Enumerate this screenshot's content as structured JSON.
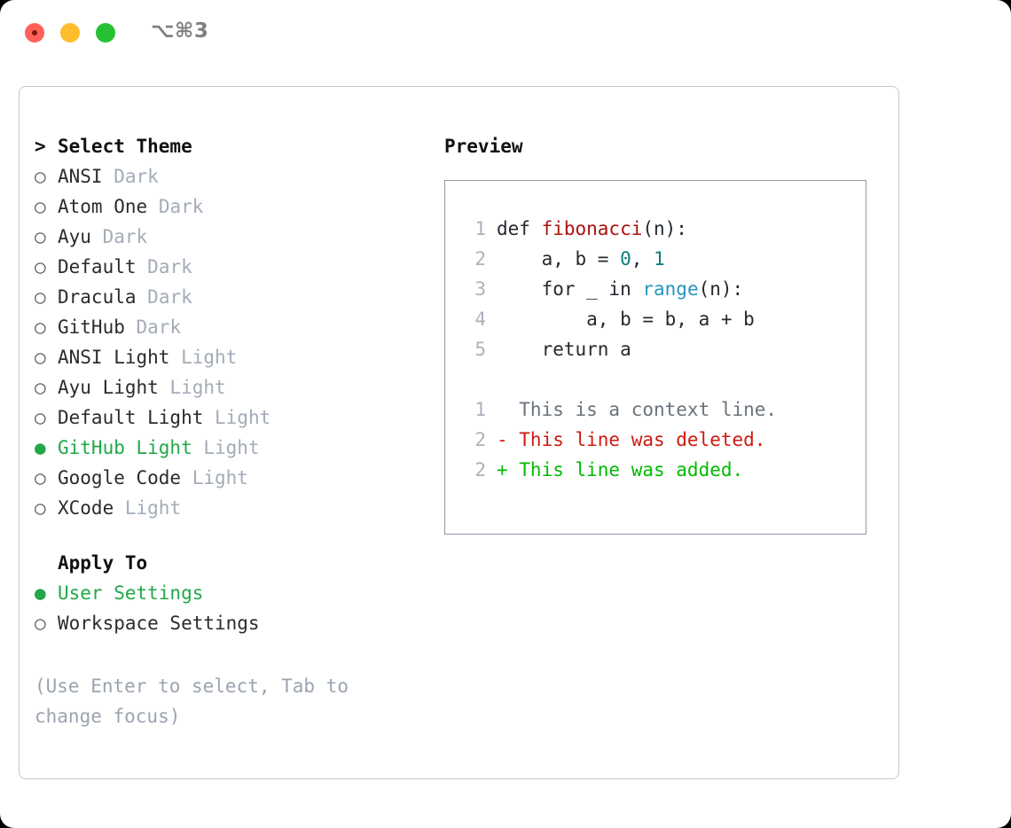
{
  "window": {
    "shortcut": "⌥⌘3",
    "traffic_lights": [
      "close-button",
      "minimize-button",
      "maximize-button"
    ],
    "colors": {
      "close": "#ff6159",
      "minimize": "#ffbd2e",
      "maximize": "#24c233",
      "selection_green": "#21a848",
      "panel_border": "#c3c9d2",
      "preview_border": "#8e99a8",
      "muted_text": "#a3acb8",
      "hint_text": "#9aa4b0"
    }
  },
  "theme_list": {
    "header_marker": ">",
    "header_label": "Select Theme",
    "unselected_marker": "○",
    "selected_marker": "●",
    "items": [
      {
        "name": "ANSI",
        "variant": "Dark",
        "selected": false
      },
      {
        "name": "Atom One",
        "variant": "Dark",
        "selected": false
      },
      {
        "name": "Ayu",
        "variant": "Dark",
        "selected": false
      },
      {
        "name": "Default",
        "variant": "Dark",
        "selected": false
      },
      {
        "name": "Dracula",
        "variant": "Dark",
        "selected": false
      },
      {
        "name": "GitHub",
        "variant": "Dark",
        "selected": false
      },
      {
        "name": "ANSI Light",
        "variant": "Light",
        "selected": false
      },
      {
        "name": "Ayu Light",
        "variant": "Light",
        "selected": false
      },
      {
        "name": "Default Light",
        "variant": "Light",
        "selected": false
      },
      {
        "name": "GitHub Light",
        "variant": "Light",
        "selected": true
      },
      {
        "name": "Google Code",
        "variant": "Light",
        "selected": false
      },
      {
        "name": "XCode",
        "variant": "Light",
        "selected": false
      }
    ]
  },
  "apply_to": {
    "header_label": "Apply To",
    "items": [
      {
        "name": "User Settings",
        "selected": true
      },
      {
        "name": "Workspace Settings",
        "selected": false
      }
    ]
  },
  "hint": "(Use Enter to select, Tab to change focus)",
  "preview": {
    "title": "Preview",
    "code_lines": [
      {
        "no": "1",
        "tokens": [
          {
            "t": "def ",
            "c": "kw"
          },
          {
            "t": "fibonacci",
            "c": "fn"
          },
          {
            "t": "(n):",
            "c": "plain"
          }
        ]
      },
      {
        "no": "2",
        "tokens": [
          {
            "t": "    a, b = ",
            "c": "plain"
          },
          {
            "t": "0",
            "c": "num"
          },
          {
            "t": ", ",
            "c": "plain"
          },
          {
            "t": "1",
            "c": "num"
          }
        ]
      },
      {
        "no": "3",
        "tokens": [
          {
            "t": "    for _ in ",
            "c": "plain"
          },
          {
            "t": "range",
            "c": "builtin"
          },
          {
            "t": "(n):",
            "c": "plain"
          }
        ]
      },
      {
        "no": "4",
        "tokens": [
          {
            "t": "        a, b = b, a + b",
            "c": "plain"
          }
        ]
      },
      {
        "no": "5",
        "tokens": [
          {
            "t": "    return a",
            "c": "plain"
          }
        ]
      }
    ],
    "diff_lines": [
      {
        "no": "1",
        "tokens": [
          {
            "t": "  This is a context line.",
            "c": "ctx"
          }
        ]
      },
      {
        "no": "2",
        "tokens": [
          {
            "t": "- This line was deleted.",
            "c": "del"
          }
        ]
      },
      {
        "no": "2",
        "tokens": [
          {
            "t": "+ This line was added.",
            "c": "add"
          }
        ]
      }
    ]
  }
}
